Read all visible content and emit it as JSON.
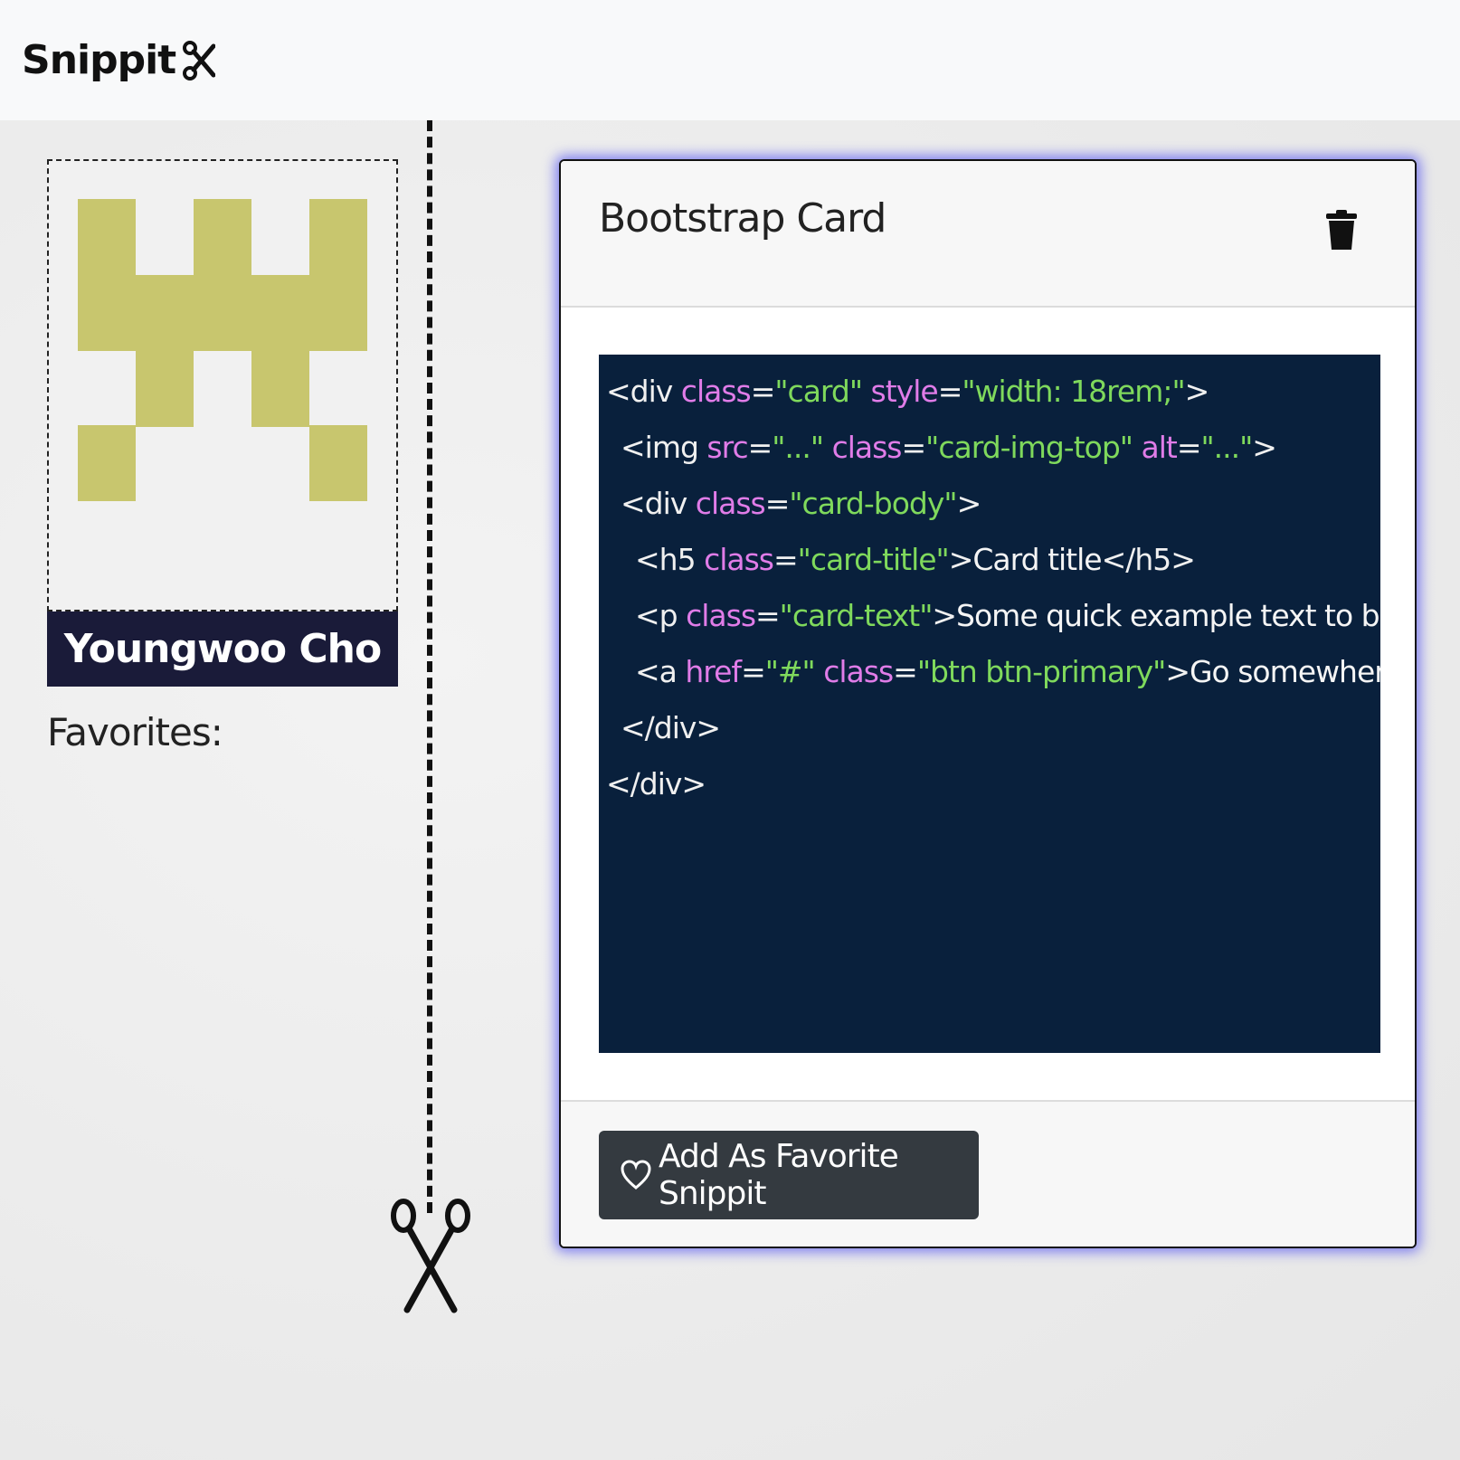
{
  "navbar": {
    "brand": "Snippit"
  },
  "profile": {
    "name": "Youngwoo Cho",
    "favorites_label": "Favorites:",
    "avatar_color": "#c8c66e"
  },
  "snippet": {
    "title": "Bootstrap Card",
    "code_lines": [
      "<div class=\"card\" style=\"width: 18rem;\">",
      "  <img src=\"...\" class=\"card-img-top\" alt=\"...\">",
      "  <div class=\"card-body\">",
      "    <h5 class=\"card-title\">Card title</h5>",
      "    <p class=\"card-text\">Some quick example text to build on t",
      "    <a href=\"#\" class=\"btn btn-primary\">Go somewhere</a>",
      "  </div>",
      "</div>"
    ],
    "favorite_button_label": "Add As Favorite Snippit"
  },
  "icons": [
    "scissors-icon",
    "trash-icon",
    "heart-icon"
  ],
  "colors": {
    "code_bg": "#09203c",
    "attr": "#e07ce8",
    "string": "#7fd95c",
    "name_bar": "#1a1b39",
    "button": "#343a40",
    "glow": "#5a5af0"
  }
}
